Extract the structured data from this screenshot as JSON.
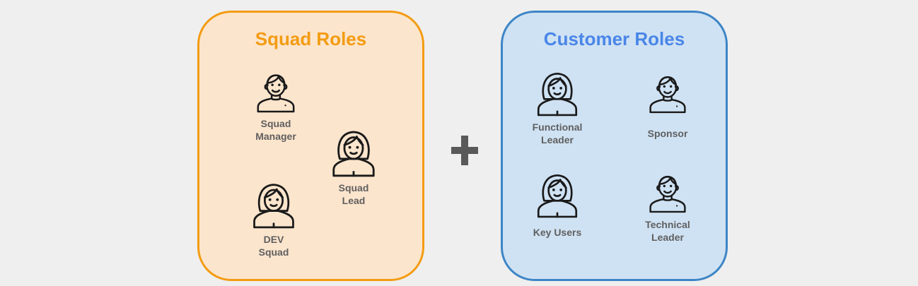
{
  "colors": {
    "background": "#efefef",
    "squad_fill": "#fce5cd",
    "squad_border": "#f39c12",
    "customer_fill": "#cfe2f3",
    "customer_border": "#3d85c6",
    "customer_title": "#4a86e8",
    "role_label": "#5f5f5f",
    "plus": "#595959",
    "icon_stroke": "#1a1a1a"
  },
  "squad": {
    "title": "Squad Roles",
    "roles": [
      {
        "label": "Squad\nManager",
        "icon": "man-icon"
      },
      {
        "label": "Squad\nLead",
        "icon": "woman-icon"
      },
      {
        "label": "DEV\nSquad",
        "icon": "woman-icon"
      }
    ]
  },
  "plus_icon": "plus-icon",
  "customer": {
    "title": "Customer Roles",
    "roles": [
      {
        "label": "Functional\nLeader",
        "icon": "woman-icon"
      },
      {
        "label": "Sponsor",
        "icon": "man-icon"
      },
      {
        "label": "Key Users",
        "icon": "woman-icon"
      },
      {
        "label": "Technical\nLeader",
        "icon": "man-icon"
      }
    ]
  }
}
